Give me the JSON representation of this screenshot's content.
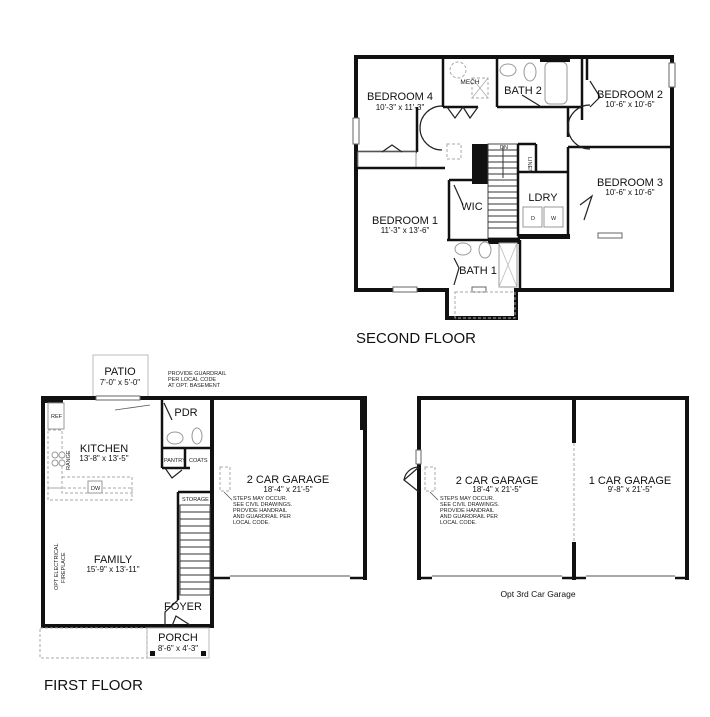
{
  "second_floor": {
    "title": "SECOND FLOOR",
    "rooms": {
      "bedroom4": {
        "name": "BEDROOM 4",
        "dim": "10'-3\" x 11'-3\""
      },
      "mech": {
        "name": "MECH"
      },
      "bath2": {
        "name": "BATH 2"
      },
      "bedroom2": {
        "name": "BEDROOM 2",
        "dim": "10'-6\" x 10'-6\""
      },
      "bedroom3": {
        "name": "BEDROOM 3",
        "dim": "10'-6\" x 10'-6\""
      },
      "bedroom1": {
        "name": "BEDROOM 1",
        "dim": "11'-3\" x 13'-6\""
      },
      "wic": {
        "name": "WIC"
      },
      "ldry": {
        "name": "LDRY"
      },
      "linen": {
        "name": "LINEN"
      },
      "bath1": {
        "name": "BATH 1"
      }
    },
    "labels": {
      "stair_dn": "DN",
      "dryer": "D",
      "washer": "W"
    }
  },
  "first_floor": {
    "title": "FIRST FLOOR",
    "rooms": {
      "patio": {
        "name": "PATIO",
        "dim": "7'-0\" x 5'-0\""
      },
      "kitchen": {
        "name": "KITCHEN",
        "dim": "13'-8\" x 13'-5\""
      },
      "pdr": {
        "name": "PDR"
      },
      "pantry": {
        "name": "PANTRY"
      },
      "coats": {
        "name": "COATS"
      },
      "storage": {
        "name": "STORAGE"
      },
      "family": {
        "name": "FAMILY",
        "dim": "15'-9\" x 13'-11\""
      },
      "foyer": {
        "name": "FOYER"
      },
      "porch": {
        "name": "PORCH",
        "dim": "8'-6\" x 4'-3\""
      },
      "garage2": {
        "name": "2 CAR GARAGE",
        "dim": "18'-4\" x 21'-5\""
      }
    },
    "labels": {
      "ref": "REF",
      "range": "RANGE",
      "dw": "DW",
      "fireplace_line1": "OPT ELECTRICAL",
      "fireplace_line2": "FIREPLACE"
    },
    "notes": {
      "guardrail": [
        "PROVIDE GUARDRAIL",
        "PER LOCAL CODE",
        "AT OPT. BASEMENT"
      ],
      "steps": [
        "STEPS MAY OCCUR.",
        "SEE CIVIL DRAWINGS.",
        "PROVIDE HANDRAIL",
        "AND GUARDRAIL PER",
        "LOCAL CODE."
      ]
    }
  },
  "opt_garage": {
    "caption": "Opt 3rd Car Garage",
    "rooms": {
      "garage2": {
        "name": "2 CAR GARAGE",
        "dim": "18'-4\" x 21'-5\""
      },
      "garage1": {
        "name": "1 CAR GARAGE",
        "dim": "9'-8\" x 21'-5\""
      }
    },
    "notes": {
      "steps": [
        "STEPS MAY OCCUR.",
        "SEE CIVIL DRAWINGS.",
        "PROVIDE HANDRAIL",
        "AND GUARDRAIL PER",
        "LOCAL CODE."
      ]
    }
  }
}
